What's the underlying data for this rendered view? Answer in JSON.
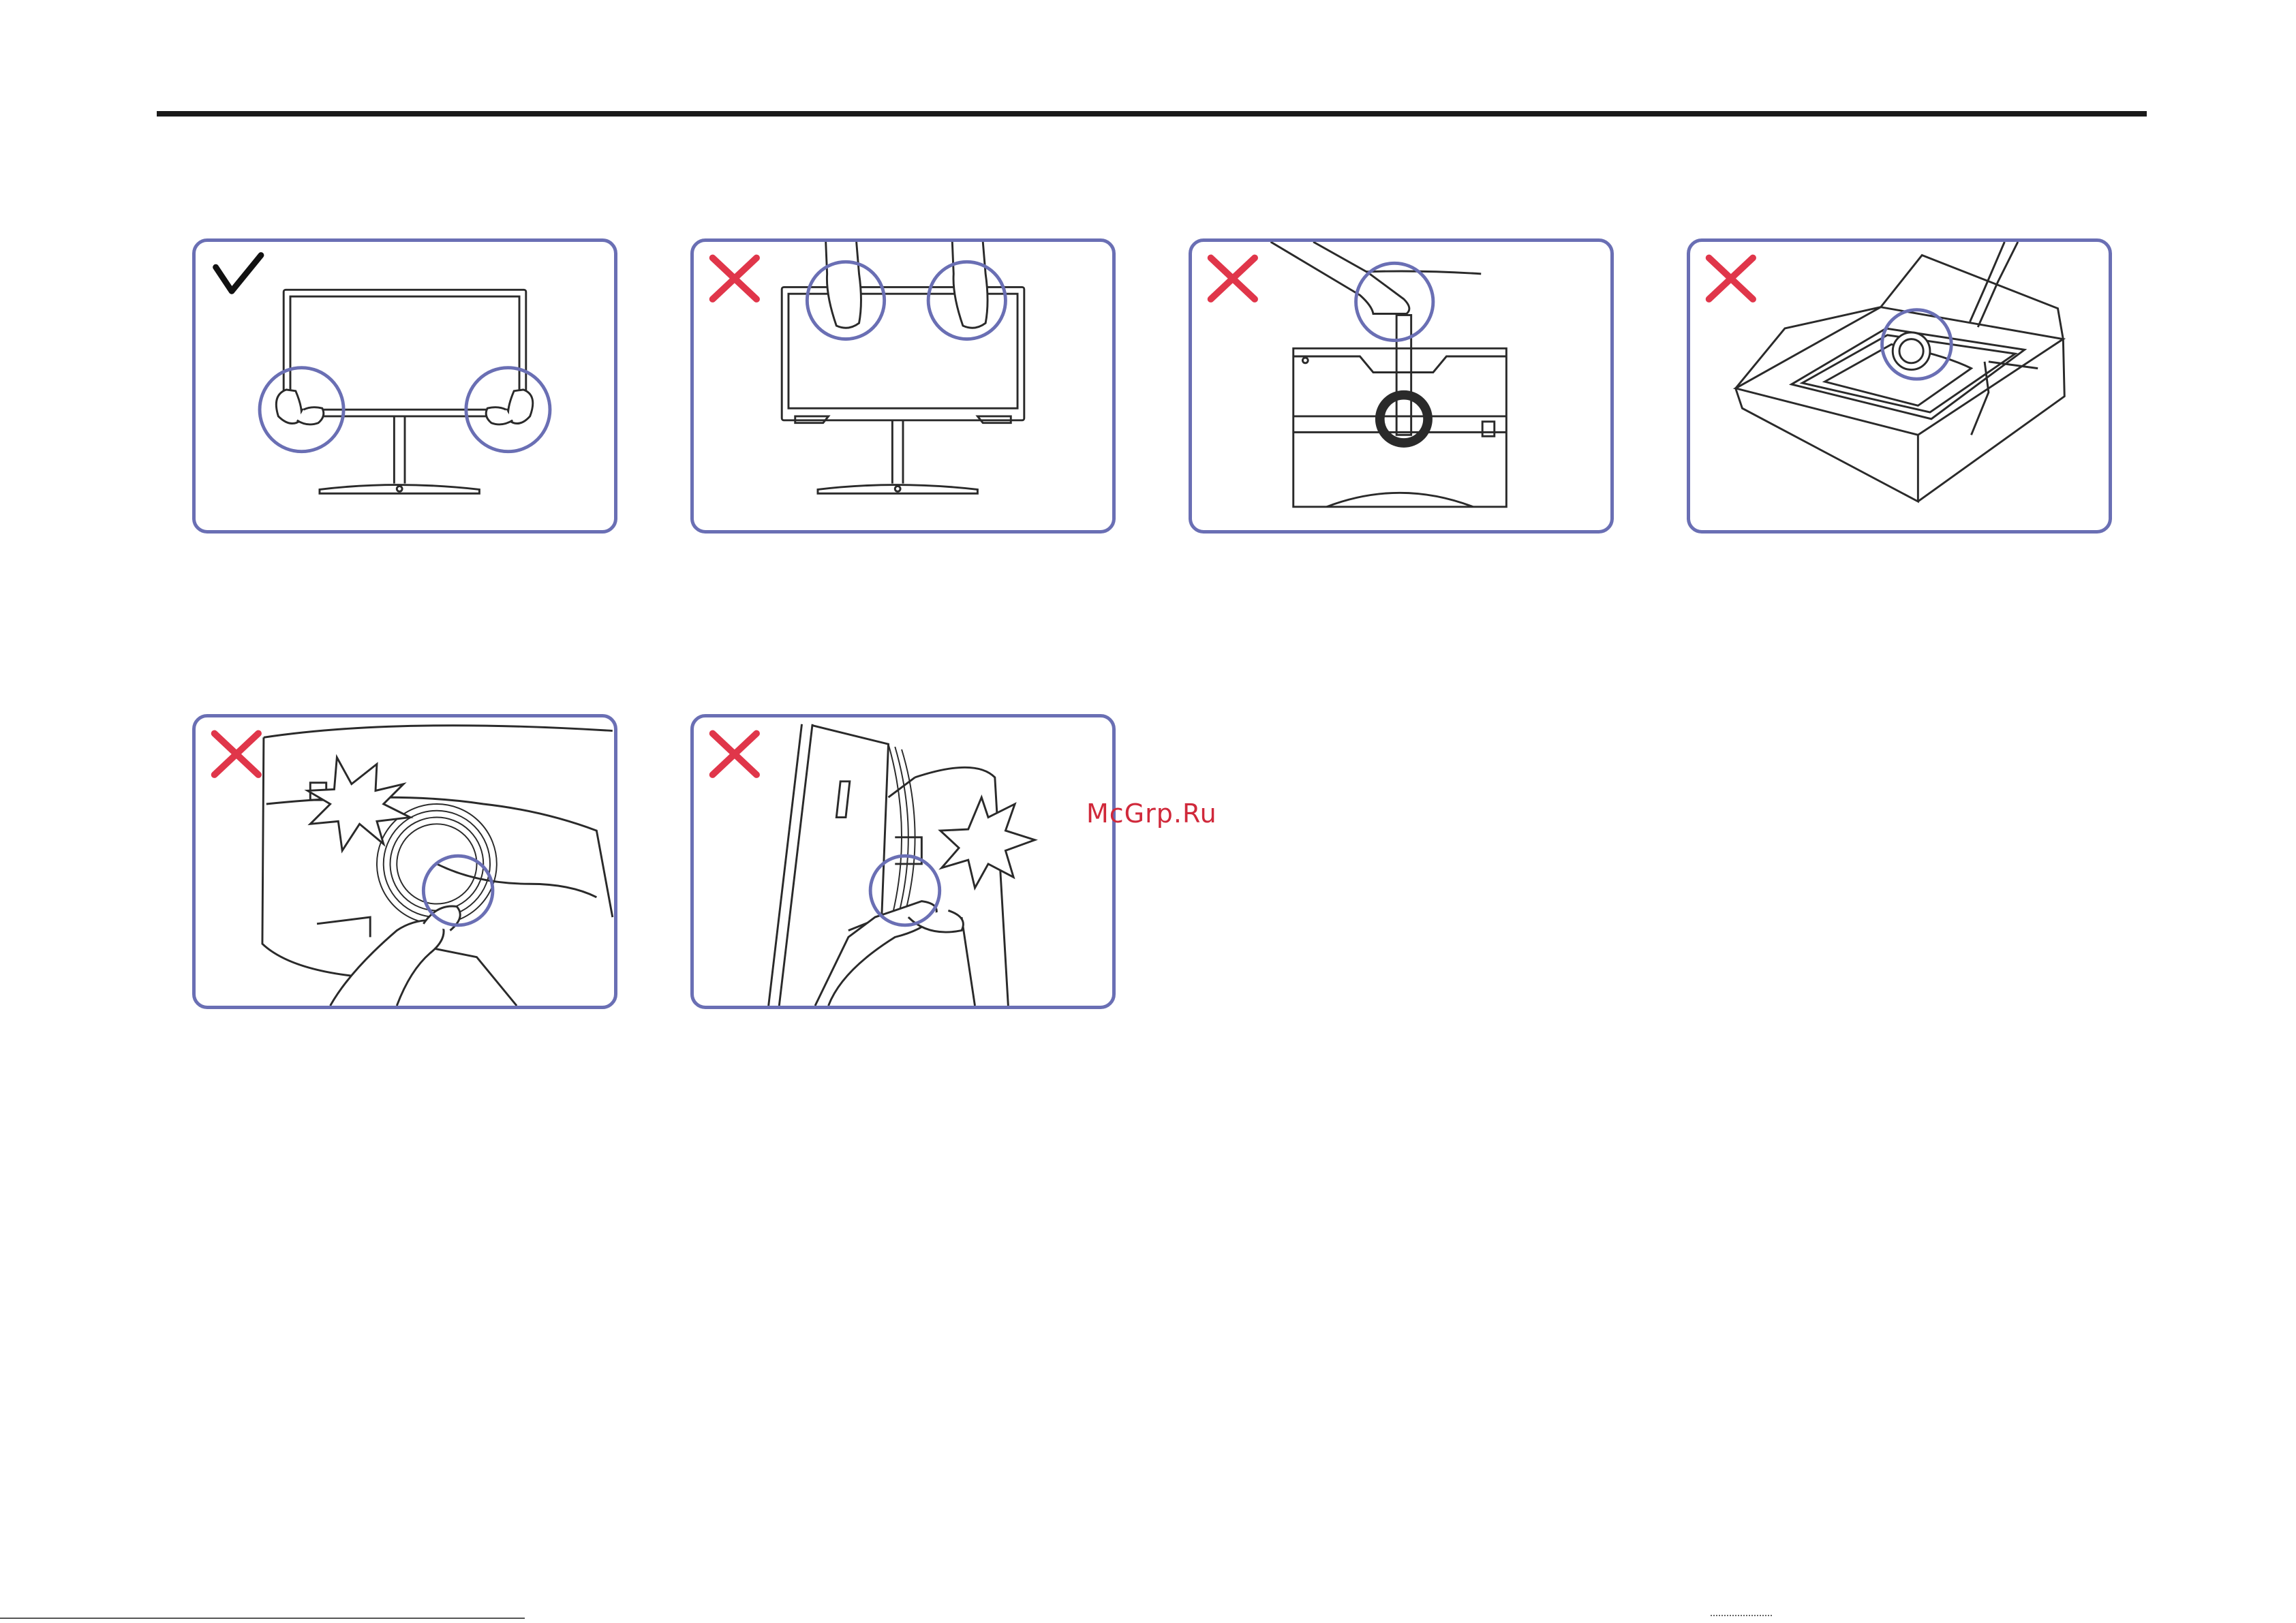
{
  "watermark": "McGrp.Ru",
  "colors": {
    "frame": "#6a6fb4",
    "cross": "#e0364a",
    "check": "#111111",
    "line": "#2a2a2a"
  },
  "panels": [
    {
      "id": "panel-1",
      "status": "correct",
      "icon": "check-icon",
      "subject": "monitor-held-by-sides"
    },
    {
      "id": "panel-2",
      "status": "incorrect",
      "icon": "cross-icon",
      "subject": "monitor-held-by-top-edge"
    },
    {
      "id": "panel-3",
      "status": "incorrect",
      "icon": "cross-icon",
      "subject": "monitor-held-by-stand"
    },
    {
      "id": "panel-4",
      "status": "incorrect",
      "icon": "cross-icon",
      "subject": "monitor-lifted-from-box-by-stand"
    },
    {
      "id": "panel-5",
      "status": "incorrect",
      "icon": "cross-icon",
      "subject": "hand-near-pivot-joint"
    },
    {
      "id": "panel-6",
      "status": "incorrect",
      "icon": "cross-icon",
      "subject": "hand-between-stand-and-monitor"
    }
  ]
}
